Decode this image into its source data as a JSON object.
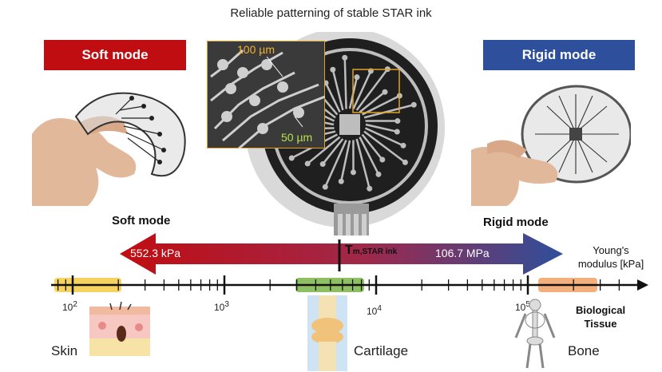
{
  "title": "Reliable patterning of stable STAR ink",
  "soft_box": "Soft mode",
  "rigid_box": "Rigid mode",
  "zoom_labels": {
    "big": "100 µm",
    "small": "50 µm"
  },
  "arrow": {
    "soft_label": "Soft mode",
    "rigid_label": "Rigid mode",
    "soft_value": "552.3 kPa",
    "rigid_value": "106.7 MPa",
    "tm_main": "T",
    "tm_sub": "m,STAR ink"
  },
  "axis": {
    "unit_line1": "Young's",
    "unit_line2": "modulus [kPa]",
    "ticks": [
      {
        "base": "10",
        "exp": "2"
      },
      {
        "base": "10",
        "exp": "3"
      },
      {
        "base": "10",
        "exp": "4"
      },
      {
        "base": "10",
        "exp": "5"
      }
    ]
  },
  "tissues": {
    "skin": "Skin",
    "cartilage": "Cartilage",
    "bone": "Bone",
    "header_line1": "Biological",
    "header_line2": "Tissue"
  },
  "colors": {
    "soft": "#c00d12",
    "rigid": "#2d4f9c",
    "skin_band": "#f6d35e",
    "cartilage_band": "#8fbf63",
    "bone_band": "#f3b07d"
  }
}
